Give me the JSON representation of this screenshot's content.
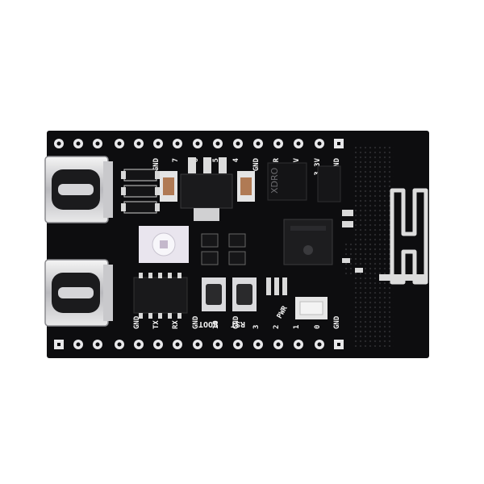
{
  "board": {
    "top_pins": [
      "",
      "",
      "",
      "",
      "GND",
      "7",
      "6",
      "5",
      "4",
      "GND",
      "R",
      "3.3V",
      "3.3V",
      "GND"
    ],
    "bottom_pins": [
      "",
      "",
      "GND",
      "TX",
      "RX",
      "GND",
      "10",
      "GND",
      "3",
      "2",
      "1",
      "0",
      "GND"
    ],
    "button_left": "BOOT",
    "button_right": "RST",
    "module_label": "XDRO",
    "led_label": "PWR",
    "colors": {
      "pcb": "#0d0d0f",
      "silk": "#f2f2f2",
      "pad": "#e8e8ea",
      "antenna": "#dcdcdc",
      "led": "#e9e5ee"
    }
  }
}
